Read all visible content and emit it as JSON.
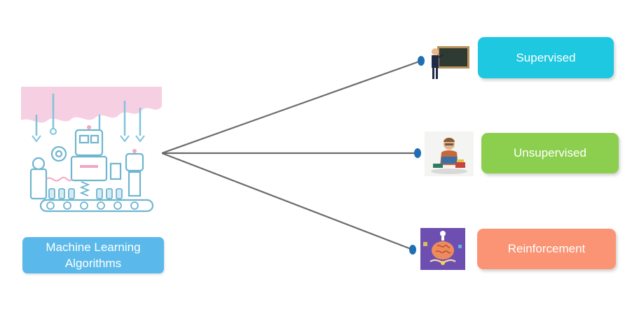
{
  "diagram": {
    "root": {
      "label": "Machine Learning Algorithms",
      "color": "#5ab9ea",
      "illustration": "machine-factory-illustration"
    },
    "branches": [
      {
        "label": "Supervised",
        "color": "#1ec8e0",
        "icon": "teacher-blackboard-icon"
      },
      {
        "label": "Unsupervised",
        "color": "#8ccf4f",
        "icon": "student-reading-icon"
      },
      {
        "label": "Reinforcement",
        "color": "#fb9474",
        "icon": "brain-reward-icon"
      }
    ],
    "connector_color": "#6b6b6b",
    "endpoint_color": "#1f6fb2"
  }
}
